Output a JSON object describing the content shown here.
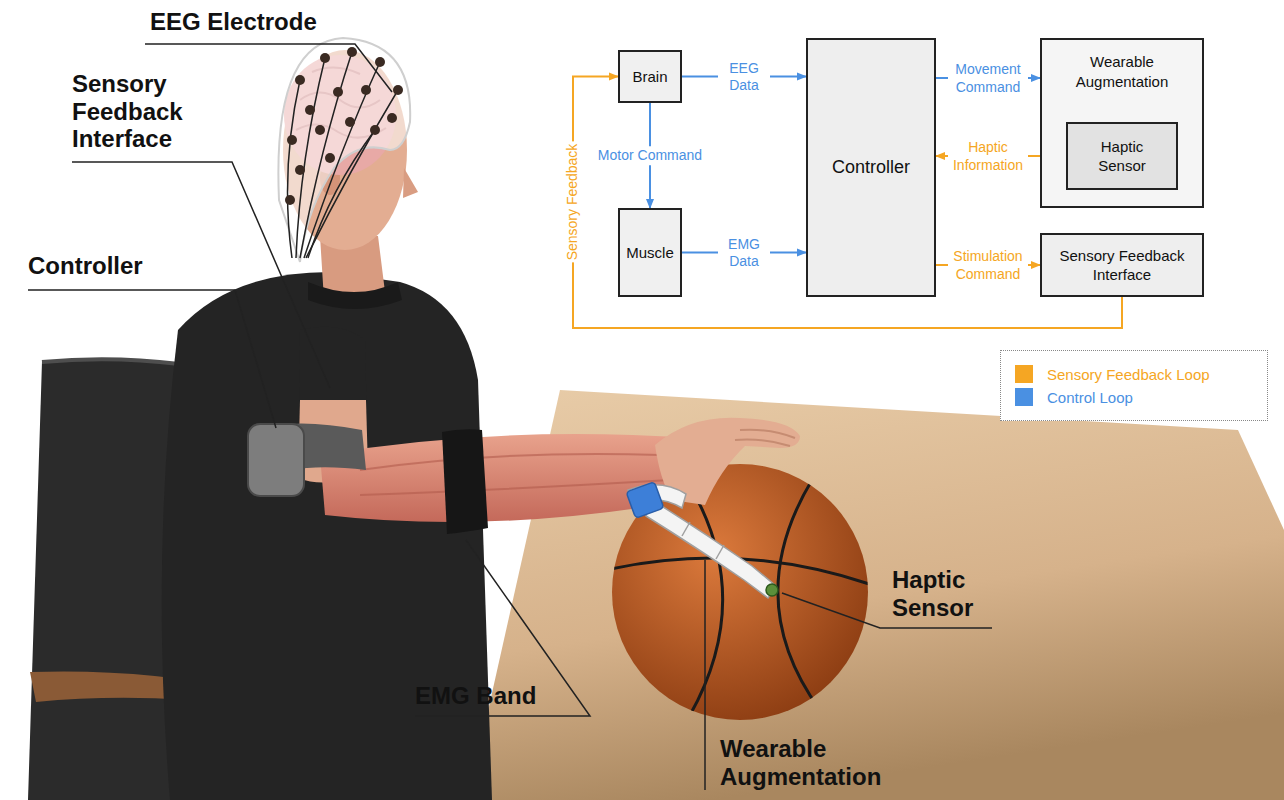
{
  "diagram": {
    "nodes": [
      {
        "text": [
          "Brain"
        ]
      },
      {
        "text": [
          "Controller"
        ]
      },
      {
        "text": [
          "Wearable Augmentation"
        ]
      },
      {
        "text": [
          "Haptic Sensor"
        ],
        "in": 2
      },
      {
        "text": [
          "Muscle"
        ]
      },
      {
        "text": [
          "Sensory Feedback Interface"
        ]
      }
    ],
    "edges": [
      {
        "from": 0,
        "to": 1,
        "label": "EEG Data",
        "arrow": "to"
      },
      {
        "from": 0,
        "to": 4,
        "label": "Motor Command",
        "arrow": "to"
      },
      {
        "from": 4,
        "to": 1,
        "label": "EMG Data",
        "arrow": "to"
      },
      {
        "from": 1,
        "to": 2,
        "label": "Movement Command",
        "arrow": "to"
      },
      {
        "from": 3,
        "to": 1,
        "label": "Haptic Information",
        "arrow": "to"
      },
      {
        "from": 1,
        "to": 5,
        "label": "Stimulation Command",
        "arrow": "to"
      },
      {
        "from": 5,
        "to": 0,
        "label": "Sensory Feedback",
        "arrow": "to"
      }
    ],
    "labels": [
      "EEG Electrode",
      "Sensory Feedback Interface",
      "Controller",
      "EMG Band",
      "Haptic Sensor",
      "Wearable Augmentation"
    ],
    "legend": [
      {
        "text": "Sensory Feedback Loop",
        "color": "#f5a623"
      },
      {
        "text": "Control Loop",
        "color": "#4a90e2"
      }
    ]
  }
}
